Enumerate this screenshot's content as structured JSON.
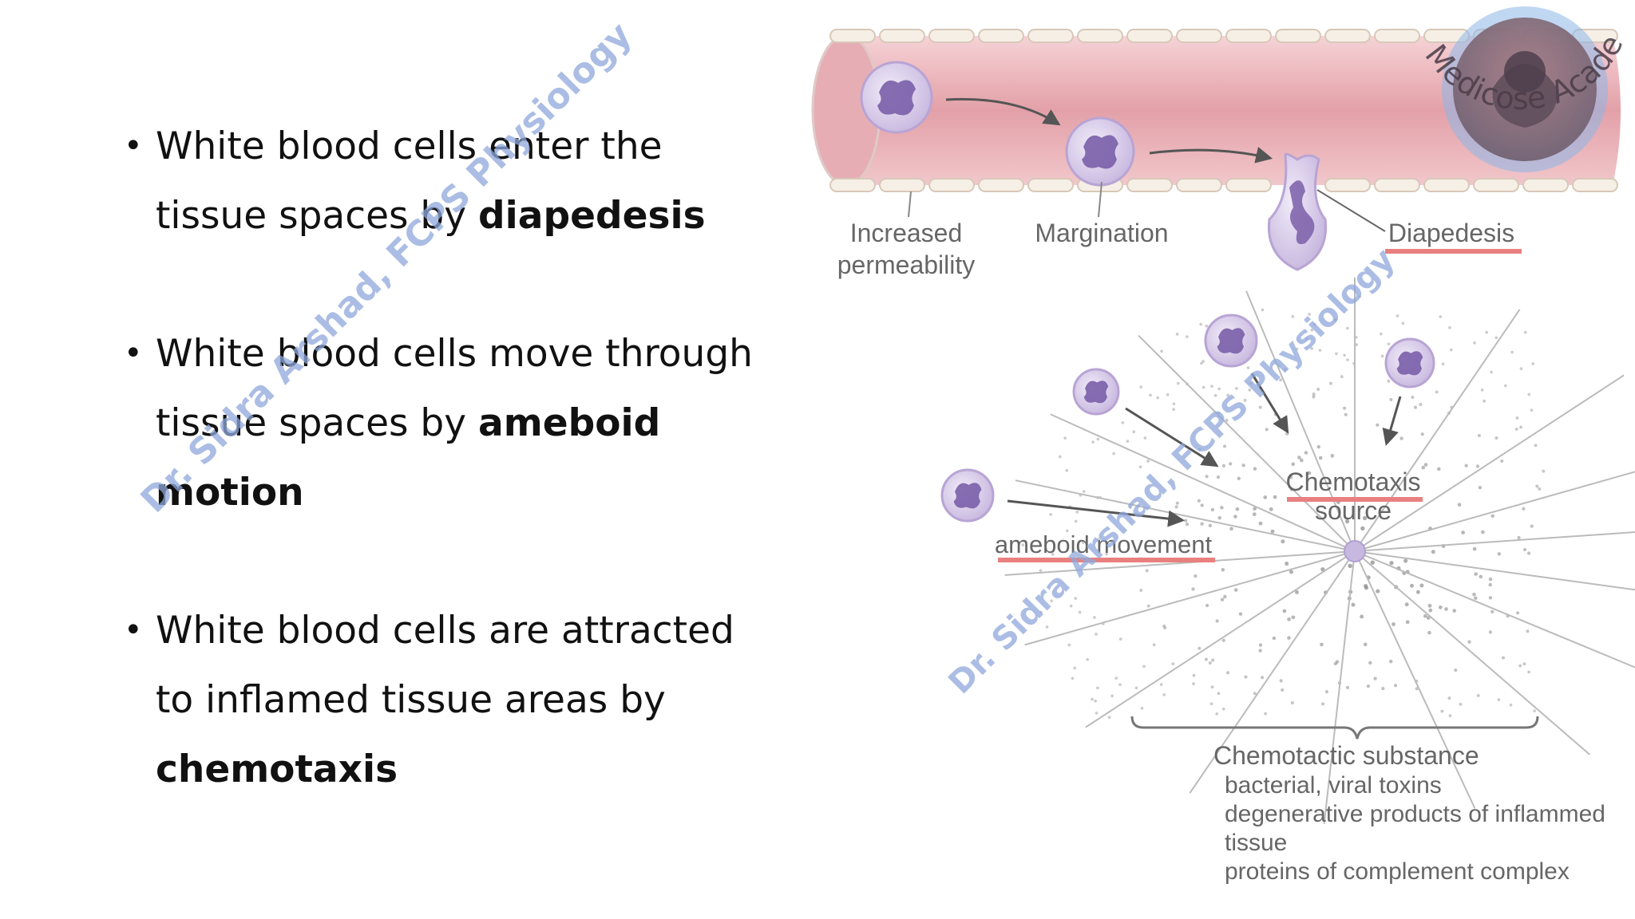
{
  "slide": {
    "bullets": [
      {
        "line1": "White blood cells enter the",
        "line2a": "tissue spaces by ",
        "term": "diapedesis"
      },
      {
        "line1": "White blood cells move through",
        "line2a": "tissue spaces by ",
        "term_a": "ameboid",
        "term_b": "motion"
      },
      {
        "line1": "White blood cells are attracted",
        "line2a": "to inflamed tissue areas by",
        "term": "chemotaxis"
      }
    ],
    "bullet_char": "•"
  },
  "diagram": {
    "labels": {
      "increased": "Increased",
      "permeability": "permeability",
      "margination": "Margination",
      "diapedesis": "Diapedesis",
      "chemotaxis": "Chemotaxis",
      "source": "source",
      "ameboid": "ameboid movement",
      "substance_title": "Chemotactic substance",
      "substance_1": "bacterial, viral toxins",
      "substance_2": "degenerative products of inflammed",
      "substance_3": "tissue",
      "substance_4": "proteins of complement complex"
    },
    "colors": {
      "underline": "#e88080",
      "vessel": "#e8a8ae",
      "cell": "#c9b8e0",
      "nucleus": "#7a5ea8"
    }
  },
  "watermark": {
    "text": "Dr. Sidra Arshad, FCPS Physiology",
    "logo_text": "Medicose Academics"
  }
}
